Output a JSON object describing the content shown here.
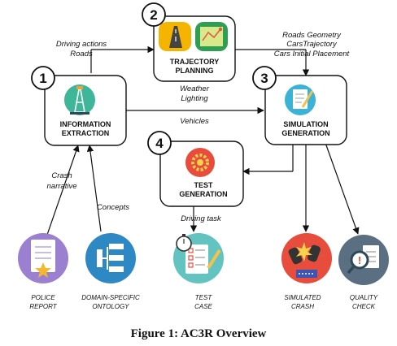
{
  "boxes": {
    "trajectory": {
      "number": "2",
      "label_lines": [
        "TRAJECTORY",
        "PLANNING"
      ]
    },
    "information": {
      "number": "1",
      "label_lines": [
        "INFORMATION",
        "EXTRACTION"
      ]
    },
    "simulation": {
      "number": "3",
      "label_lines": [
        "SIMULATION",
        "GENERATION"
      ]
    },
    "test": {
      "number": "4",
      "label_lines": [
        "TEST",
        "GENERATION"
      ]
    }
  },
  "edge_labels": {
    "driving_actions": [
      "Driving  actions",
      "Roads"
    ],
    "roads_geometry": [
      "Roads Geometry",
      "CarsTrajectory",
      "Cars Initial Placement"
    ],
    "weather": [
      "Weather",
      "Lighting",
      "Vehicles"
    ],
    "crash_narrative": [
      "Crash",
      "narrative"
    ],
    "concepts": [
      "Concepts"
    ],
    "driving_task": [
      "Driving task"
    ]
  },
  "bottom_items": {
    "police": [
      "POLICE",
      "REPORT"
    ],
    "ontology": [
      "DOMAIN-SPECIFIC",
      "ONTOLOGY"
    ],
    "testcase": [
      "TEST",
      "CASE"
    ],
    "crash": [
      "SIMULATED",
      "CRASH"
    ],
    "quality": [
      "QUALITY",
      "CHECK"
    ]
  },
  "caption": "Figure 1: AC3R Overview",
  "icons": {
    "trajectory": [
      "road-icon",
      "map-icon"
    ],
    "information": "oil-derrick-icon",
    "simulation": "checklist-pen-icon",
    "test": "gear-icon",
    "police": "police-report-icon",
    "ontology": "ontology-icon",
    "testcase": "stopwatch-checklist-icon",
    "crash": "car-crash-icon",
    "quality": "magnifier-document-icon"
  },
  "colors": {
    "information_icon": "#3fb59a",
    "simulation_icon": "#3cb2d6",
    "test_icon": "#e94c3c",
    "police_icon": "#9b7fd0",
    "ontology_icon": "#2d88c4",
    "testcase_icon": "#62c3c0",
    "crash_icon": "#e74c3c",
    "quality_icon": "#5a6f82"
  }
}
